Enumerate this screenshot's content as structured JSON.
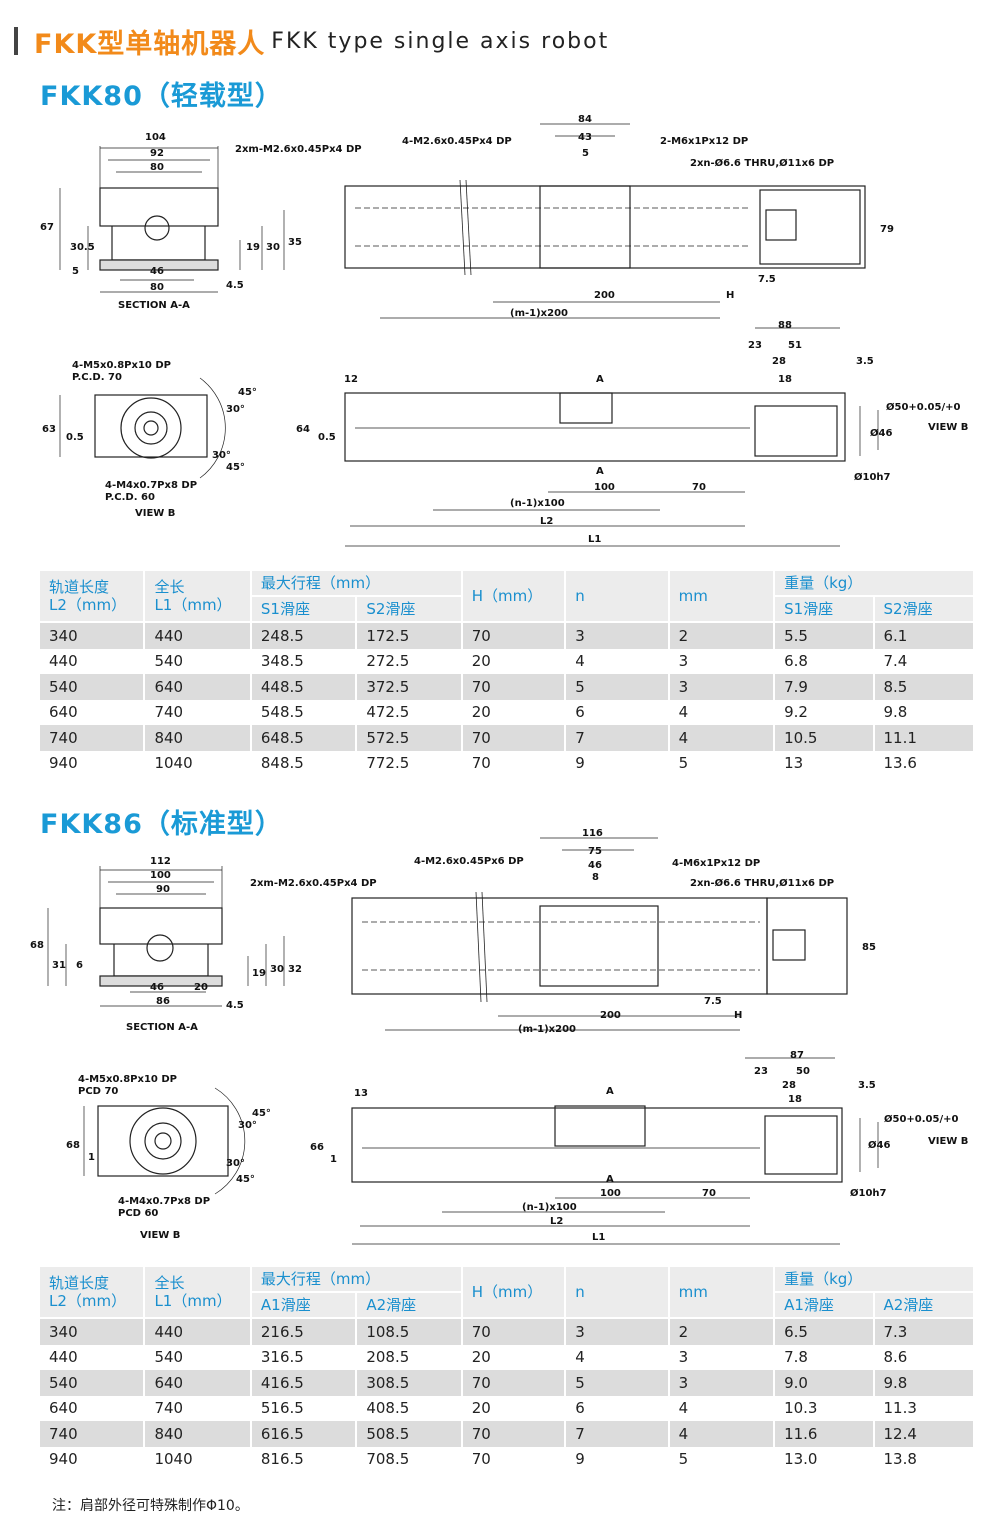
{
  "header": {
    "title_cn": "FKK型单轴机器人",
    "title_en": "FKK type single axis robot"
  },
  "colors": {
    "accent_orange": "#f28a1a",
    "accent_blue": "#1a9ad6",
    "table_header_bg": "#ececec",
    "row_shade": "#dcdcdc"
  },
  "fkk80": {
    "title": "FKK80（轻载型）",
    "drawing": {
      "section_label": "SECTION A-A",
      "view_label": "VIEW B",
      "top_notes": [
        "2xm-M2.6x0.45Px4 DP",
        "4-M2.6x0.45Px4 DP",
        "2-M6x1Px12 DP",
        "2xn-Ø6.6 THRU,Ø11x6 DP"
      ],
      "mid_notes": [
        "4-M5x0.8Px10 DP",
        "P.C.D. 70",
        "4-M4x0.7Px8 DP",
        "P.C.D. 60"
      ],
      "section_dims": [
        "104",
        "92",
        "80",
        "67",
        "30.5",
        "19",
        "30",
        "35",
        "5",
        "46",
        "80",
        "4.5"
      ],
      "top_dims": [
        "84",
        "43",
        "5",
        "79",
        "7.5",
        "H",
        "200",
        "(m-1)x200"
      ],
      "side_dims": [
        "88",
        "23",
        "51",
        "28",
        "18",
        "3.5",
        "12",
        "64",
        "0.5",
        "Ø46",
        "Ø50+0.05/+0",
        "Ø10h7",
        "100",
        "70",
        "(n-1)x100",
        "L2",
        "L1",
        "A"
      ],
      "view_dims": [
        "63",
        "0.5",
        "45°",
        "30°",
        "30°",
        "45°"
      ]
    },
    "table": {
      "headers": {
        "rail_length": "轨道长度",
        "rail_length_unit": "L2（mm）",
        "total_length": "全长",
        "total_length_unit": "L1（mm）",
        "max_stroke": "最大行程（mm）",
        "stroke_s1": "S1滑座",
        "stroke_s2": "S2滑座",
        "h": "H（mm）",
        "n": "n",
        "mm": "mm",
        "weight": "重量（kg）",
        "weight_s1": "S1滑座",
        "weight_s2": "S2滑座"
      },
      "rows": [
        [
          "340",
          "440",
          "248.5",
          "172.5",
          "70",
          "3",
          "2",
          "5.5",
          "6.1"
        ],
        [
          "440",
          "540",
          "348.5",
          "272.5",
          "20",
          "4",
          "3",
          "6.8",
          "7.4"
        ],
        [
          "540",
          "640",
          "448.5",
          "372.5",
          "70",
          "5",
          "3",
          "7.9",
          "8.5"
        ],
        [
          "640",
          "740",
          "548.5",
          "472.5",
          "20",
          "6",
          "4",
          "9.2",
          "9.8"
        ],
        [
          "740",
          "840",
          "648.5",
          "572.5",
          "70",
          "7",
          "4",
          "10.5",
          "11.1"
        ],
        [
          "940",
          "1040",
          "848.5",
          "772.5",
          "70",
          "9",
          "5",
          "13",
          "13.6"
        ]
      ]
    }
  },
  "fkk86": {
    "title": "FKK86（标准型）",
    "drawing": {
      "section_label": "SECTION A-A",
      "view_label": "VIEW B",
      "top_notes": [
        "2xm-M2.6x0.45Px4 DP",
        "4-M2.6x0.45Px6 DP",
        "4-M6x1Px12 DP",
        "2xn-Ø6.6 THRU,Ø11x6 DP"
      ],
      "mid_notes": [
        "4-M5x0.8Px10 DP",
        "PCD 70",
        "4-M4x0.7Px8 DP",
        "PCD 60"
      ],
      "section_dims": [
        "112",
        "100",
        "90",
        "68",
        "31",
        "6",
        "19",
        "30",
        "32",
        "46",
        "20",
        "86",
        "4.5"
      ],
      "top_dims": [
        "116",
        "75",
        "46",
        "8",
        "85",
        "7.5",
        "H",
        "200",
        "(m-1)x200"
      ],
      "side_dims": [
        "87",
        "23",
        "50",
        "28",
        "18",
        "3.5",
        "13",
        "66",
        "1",
        "Ø46",
        "Ø50+0.05/+0",
        "Ø10h7",
        "100",
        "70",
        "(n-1)x100",
        "L2",
        "L1",
        "A"
      ],
      "view_dims": [
        "68",
        "1",
        "45°",
        "30°",
        "30°",
        "45°"
      ]
    },
    "table": {
      "headers": {
        "rail_length": "轨道长度",
        "rail_length_unit": "L2（mm）",
        "total_length": "全长",
        "total_length_unit": "L1（mm）",
        "max_stroke": "最大行程（mm）",
        "stroke_s1": "A1滑座",
        "stroke_s2": "A2滑座",
        "h": "H（mm）",
        "n": "n",
        "mm": "mm",
        "weight": "重量（kg）",
        "weight_s1": "A1滑座",
        "weight_s2": "A2滑座"
      },
      "rows": [
        [
          "340",
          "440",
          "216.5",
          "108.5",
          "70",
          "3",
          "2",
          "6.5",
          "7.3"
        ],
        [
          "440",
          "540",
          "316.5",
          "208.5",
          "20",
          "4",
          "3",
          "7.8",
          "8.6"
        ],
        [
          "540",
          "640",
          "416.5",
          "308.5",
          "70",
          "5",
          "3",
          "9.0",
          "9.8"
        ],
        [
          "640",
          "740",
          "516.5",
          "408.5",
          "20",
          "6",
          "4",
          "10.3",
          "11.3"
        ],
        [
          "740",
          "840",
          "616.5",
          "508.5",
          "70",
          "7",
          "4",
          "11.6",
          "12.4"
        ],
        [
          "940",
          "1040",
          "816.5",
          "708.5",
          "70",
          "9",
          "5",
          "13.0",
          "13.8"
        ]
      ]
    }
  },
  "footnote": "注：肩部外径可特殊制作Φ10。"
}
